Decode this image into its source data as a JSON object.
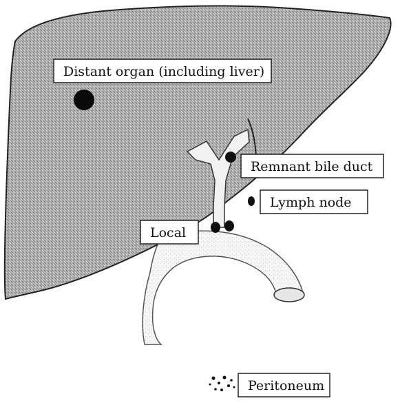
{
  "labels": {
    "distant": "Distant organ (including liver)",
    "remnant": "Remnant bile duct",
    "lymph": "Lymph node",
    "local": "Local",
    "peritoneum": "Peritoneum"
  },
  "colors": {
    "liver_fill": "#a9a9a9",
    "ink": "#111111",
    "label_bg": "#ffffff",
    "intestine_fill": "#f2f2f2"
  }
}
